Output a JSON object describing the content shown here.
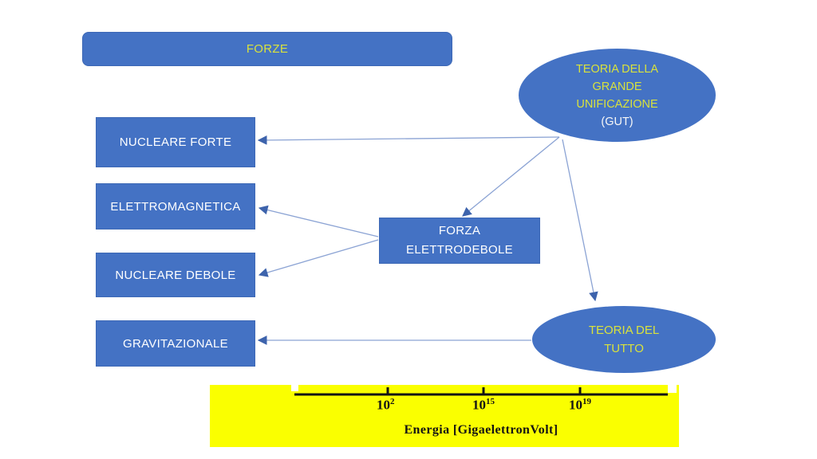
{
  "slide": {
    "title": "FORZE",
    "language": "it"
  },
  "nodes": {
    "forze": {
      "label": "FORZE",
      "shape": "rounded-rectangle"
    },
    "gut": {
      "lines": [
        "TEORIA DELLA",
        "GRANDE",
        "UNIFICAZIONE",
        "(GUT)"
      ],
      "shape": "ellipse"
    },
    "nucleare_forte": {
      "label": "NUCLEARE FORTE",
      "shape": "rectangle"
    },
    "elettromagnetica": {
      "label": "ELETTROMAGNETICA",
      "shape": "rectangle"
    },
    "nucleare_debole": {
      "label": "NUCLEARE DEBOLE",
      "shape": "rectangle"
    },
    "gravitazionale": {
      "label": "GRAVITAZIONALE",
      "shape": "rectangle"
    },
    "forza_elettrodebole": {
      "lines": [
        "FORZA",
        "ELETTRODEBOLE"
      ],
      "shape": "rectangle"
    },
    "teoria_del_tutto": {
      "lines": [
        "TEORIA DEL",
        "TUTTO"
      ],
      "shape": "ellipse"
    }
  },
  "edges": [
    {
      "from": "gut",
      "to": "nucleare_forte"
    },
    {
      "from": "gut",
      "to": "forza_elettrodebole"
    },
    {
      "from": "gut",
      "to": "teoria_del_tutto"
    },
    {
      "from": "forza_elettrodebole",
      "to": "elettromagnetica"
    },
    {
      "from": "forza_elettrodebole",
      "to": "nucleare_debole"
    },
    {
      "from": "teoria_del_tutto",
      "to": "gravitazionale"
    }
  ],
  "energy_scale": {
    "base": "10",
    "exponents": [
      "2",
      "15",
      "19"
    ],
    "axis_label": "Energia [GigaelettronVolt]"
  },
  "colors": {
    "shape_fill": "#4472C4",
    "accent_text": "#D9E23C",
    "white_text": "#FFFFFF",
    "connector": "#8BA3D4",
    "arrowhead": "#3D63AC",
    "scale_background": "#FAFF00",
    "axis_ink": "#141414"
  }
}
